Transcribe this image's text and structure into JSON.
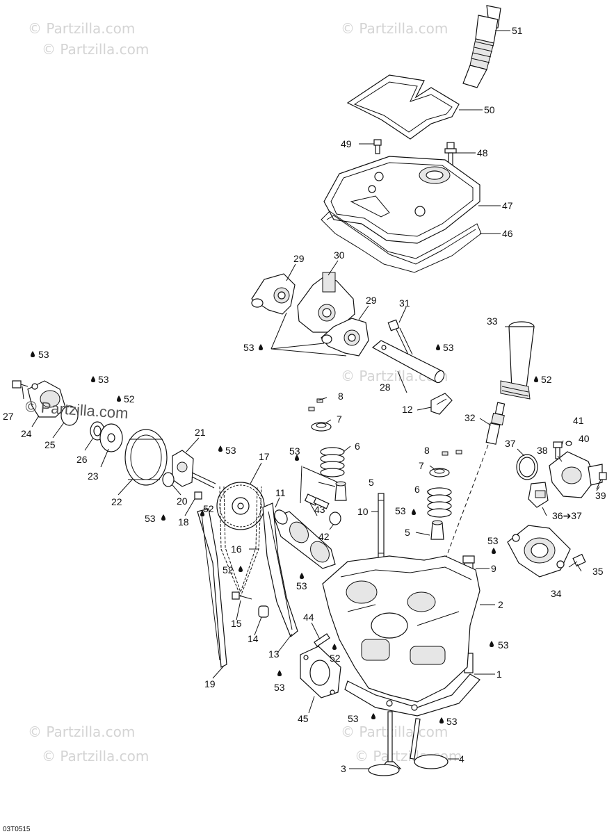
{
  "labels": [
    {
      "id": "51",
      "text": "51"
    },
    {
      "id": "50",
      "text": "50"
    },
    {
      "id": "49",
      "text": "49"
    },
    {
      "id": "48",
      "text": "48"
    },
    {
      "id": "47",
      "text": "47"
    },
    {
      "id": "46",
      "text": "46"
    },
    {
      "id": "29a",
      "text": "29"
    },
    {
      "id": "30",
      "text": "30"
    },
    {
      "id": "29b",
      "text": "29"
    },
    {
      "id": "31",
      "text": "31"
    },
    {
      "id": "33",
      "text": "33"
    },
    {
      "id": "53a",
      "text": "53"
    },
    {
      "id": "53b",
      "text": "53"
    },
    {
      "id": "53c",
      "text": "53"
    },
    {
      "id": "52a",
      "text": "52"
    },
    {
      "id": "53d",
      "text": "53"
    },
    {
      "id": "52b",
      "text": "52"
    },
    {
      "id": "28",
      "text": "28"
    },
    {
      "id": "8a",
      "text": "8"
    },
    {
      "id": "12",
      "text": "12"
    },
    {
      "id": "7a",
      "text": "7"
    },
    {
      "id": "32",
      "text": "32"
    },
    {
      "id": "41",
      "text": "41"
    },
    {
      "id": "27",
      "text": "27"
    },
    {
      "id": "24",
      "text": "24"
    },
    {
      "id": "25",
      "text": "25"
    },
    {
      "id": "26",
      "text": "26"
    },
    {
      "id": "23",
      "text": "23"
    },
    {
      "id": "21",
      "text": "21"
    },
    {
      "id": "53e",
      "text": "53"
    },
    {
      "id": "17",
      "text": "17"
    },
    {
      "id": "53f",
      "text": "53"
    },
    {
      "id": "6a",
      "text": "6"
    },
    {
      "id": "8b",
      "text": "8"
    },
    {
      "id": "37",
      "text": "37"
    },
    {
      "id": "38",
      "text": "38"
    },
    {
      "id": "40",
      "text": "40"
    },
    {
      "id": "7b",
      "text": "7"
    },
    {
      "id": "22",
      "text": "22"
    },
    {
      "id": "20",
      "text": "20"
    },
    {
      "id": "5a",
      "text": "5"
    },
    {
      "id": "52c",
      "text": "52"
    },
    {
      "id": "53g",
      "text": "53"
    },
    {
      "id": "18",
      "text": "18"
    },
    {
      "id": "11",
      "text": "11"
    },
    {
      "id": "43",
      "text": "43"
    },
    {
      "id": "10",
      "text": "10"
    },
    {
      "id": "6b",
      "text": "6"
    },
    {
      "id": "39",
      "text": "39"
    },
    {
      "id": "53h",
      "text": "53"
    },
    {
      "id": "42",
      "text": "42"
    },
    {
      "id": "36",
      "text": "36➔37"
    },
    {
      "id": "5b",
      "text": "5"
    },
    {
      "id": "53i",
      "text": "53"
    },
    {
      "id": "16",
      "text": "16"
    },
    {
      "id": "9",
      "text": "9"
    },
    {
      "id": "35",
      "text": "35"
    },
    {
      "id": "52d",
      "text": "52"
    },
    {
      "id": "53j",
      "text": "53"
    },
    {
      "id": "34",
      "text": "34"
    },
    {
      "id": "2",
      "text": "2"
    },
    {
      "id": "15",
      "text": "15"
    },
    {
      "id": "44",
      "text": "44"
    },
    {
      "id": "14",
      "text": "14"
    },
    {
      "id": "13",
      "text": "13"
    },
    {
      "id": "52e",
      "text": "52"
    },
    {
      "id": "53k",
      "text": "53"
    },
    {
      "id": "1",
      "text": "1"
    },
    {
      "id": "19",
      "text": "19"
    },
    {
      "id": "53l",
      "text": "53"
    },
    {
      "id": "45",
      "text": "45"
    },
    {
      "id": "53m",
      "text": "53"
    },
    {
      "id": "53n",
      "text": "53"
    },
    {
      "id": "4",
      "text": "4"
    },
    {
      "id": "3",
      "text": "3"
    }
  ],
  "watermarks": [
    {
      "id": "wm1",
      "text": "© Partzilla.com"
    },
    {
      "id": "wm2",
      "text": "© Partzilla.com"
    },
    {
      "id": "wm3",
      "text": "© Partzilla.com"
    },
    {
      "id": "wm4",
      "text": "© Partzilla.com"
    },
    {
      "id": "wm5",
      "text": "© Partzilla.com"
    },
    {
      "id": "wm6",
      "text": "© Partzilla.com"
    },
    {
      "id": "wm7",
      "text": "© Partzilla.com"
    },
    {
      "id": "wm8",
      "text": "© Partzilla.com"
    }
  ],
  "center_watermark": "© Partzilla.com",
  "drawing_ref": "03T0515"
}
